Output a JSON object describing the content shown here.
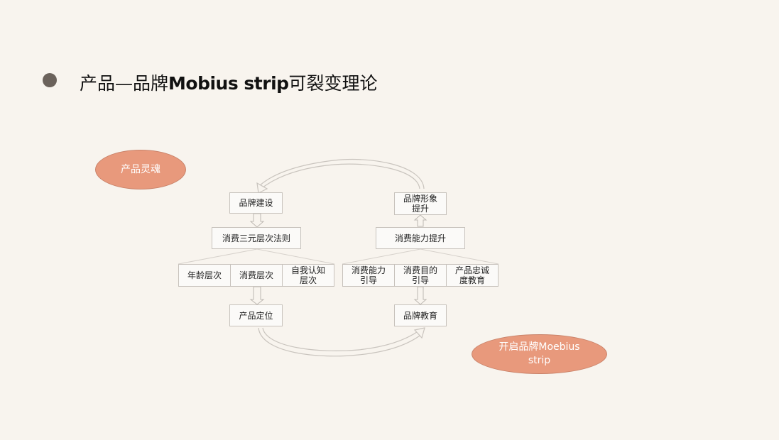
{
  "heading": {
    "prefix": "产品—品牌",
    "bold": "Mobius strip",
    "suffix": "可裂变理论"
  },
  "ellipses": {
    "soul": "产品灵魂",
    "mobius_line1": "开启品牌Moebius",
    "mobius_line2": "strip"
  },
  "left": {
    "brand_build": "品牌建设",
    "rule": "消费三元层次法则",
    "age": "年龄层次",
    "consume": "消费层次",
    "self_line1": "自我认知",
    "self_line2": "层次",
    "position": "产品定位"
  },
  "right": {
    "image_line1": "品牌形象",
    "image_line2": "提升",
    "ability": "消费能力提升",
    "guide_line1": "消费能力",
    "guide_line2": "引导",
    "purpose_line1": "消费目的",
    "purpose_line2": "引导",
    "loyal_line1": "产品忠诚",
    "loyal_line2": "度教育",
    "education": "品牌教育"
  },
  "colors": {
    "background": "#f8f4ee",
    "ellipse_fill": "#e8997c",
    "box_border": "#c7c2bc"
  }
}
